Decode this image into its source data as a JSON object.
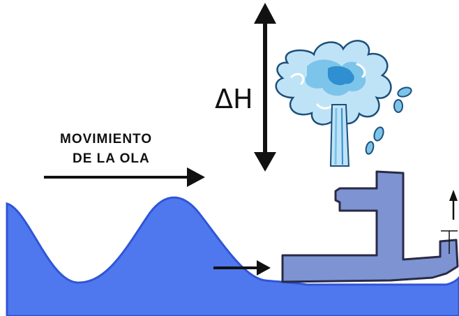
{
  "labels": {
    "wave_motion_line1": "MOVIMIENTO",
    "wave_motion_line2": "DE LA OLA",
    "head_difference": "ΔH"
  },
  "colors": {
    "water": "#4f78ee",
    "water_edge": "#2f55d8",
    "device": "#7d93d2",
    "device_edge": "#2a2a45",
    "spray_light": "#bfe3f6",
    "spray_mid": "#7cc4ea",
    "spray_dark": "#2f8fd0",
    "arrow": "#111111"
  },
  "icons": {
    "wave_direction": "arrow-right-icon",
    "vertical_height": "double-arrow-vertical-icon",
    "inflow": "arrow-right-icon",
    "air_outlet": "arrow-up-icon",
    "water_jet": "water-splash-icon"
  }
}
